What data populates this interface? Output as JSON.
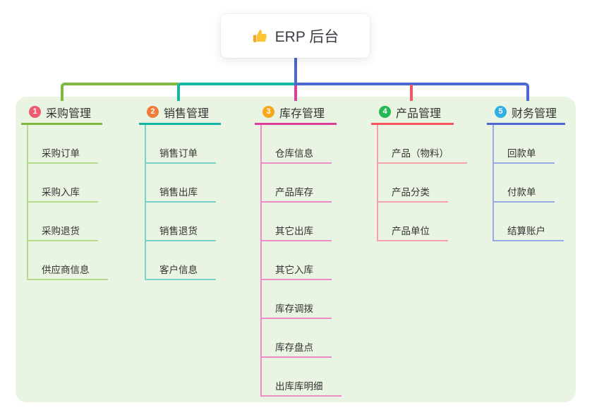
{
  "root": {
    "label": "ERP 后台",
    "icon": "thumbs-up-icon"
  },
  "colors": {
    "trunk": "#4a67d3",
    "group_background": "#e9f5e2",
    "card_background": "#ffffff",
    "text": "#333333",
    "thumb_icon": "#fdc431"
  },
  "branches": [
    {
      "num": "1",
      "title": "采购管理",
      "color": "#7cb93e",
      "light": "#b5dc8c",
      "badge": "#ee5a70",
      "children": [
        "采购订单",
        "采购入库",
        "采购退货",
        "供应商信息"
      ]
    },
    {
      "num": "2",
      "title": "销售管理",
      "color": "#13b5a5",
      "light": "#7ad2c6",
      "badge": "#f07b3a",
      "children": [
        "销售订单",
        "销售出库",
        "销售退货",
        "客户信息"
      ]
    },
    {
      "num": "3",
      "title": "库存管理",
      "color": "#dd3d9b",
      "light": "#f08cc5",
      "badge": "#f7a717",
      "children": [
        "仓库信息",
        "产品库存",
        "其它出库",
        "其它入库",
        "库存调拨",
        "库存盘点",
        "出库库明细"
      ]
    },
    {
      "num": "4",
      "title": "产品管理",
      "color": "#f4555e",
      "light": "#f7a2a6",
      "badge": "#23b853",
      "children": [
        "产品（物料）",
        "产品分类",
        "产品单位"
      ]
    },
    {
      "num": "5",
      "title": "财务管理",
      "color": "#4a67d3",
      "light": "#97aae3",
      "badge": "#30afe3",
      "children": [
        "回款单",
        "付款单",
        "结算账户"
      ]
    }
  ]
}
